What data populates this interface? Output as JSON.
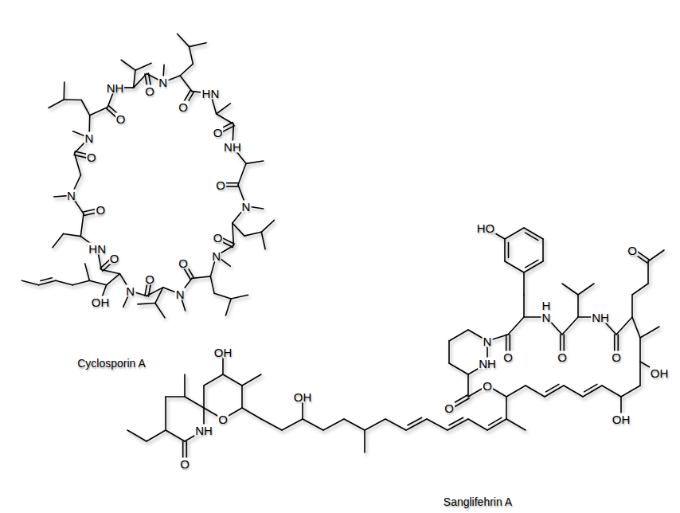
{
  "diagram": {
    "labels": [
      "N",
      "O",
      "HN",
      "O",
      "N",
      "O",
      "N",
      "O",
      "NH",
      "O",
      "N",
      "O",
      "HN",
      "O",
      "NH",
      "O",
      "N",
      "O",
      "N",
      "O",
      "N",
      "O",
      "OH",
      "Cyclosporin A",
      "HO",
      "H",
      "N",
      "NH",
      "O",
      "N",
      "NH",
      "O",
      "O",
      "O",
      "OH",
      "O",
      "O",
      "OH",
      "OH",
      "OH",
      "O",
      "NH",
      "O",
      "Sanglifehrin A"
    ]
  }
}
